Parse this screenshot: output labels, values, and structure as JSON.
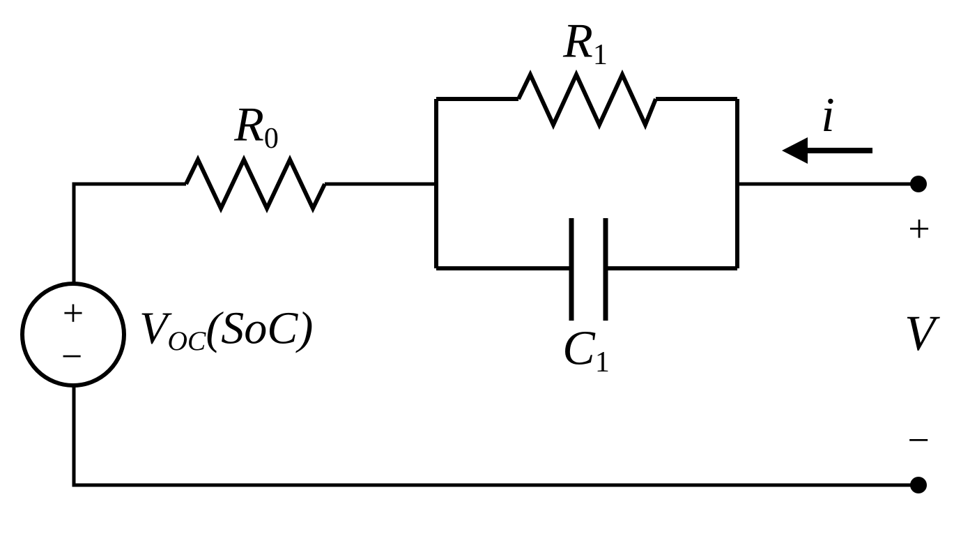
{
  "colors": {
    "line": "#000000",
    "background": "#ffffff"
  },
  "labels": {
    "r0": {
      "base": "R",
      "sub": "0"
    },
    "r1": {
      "base": "R",
      "sub": "1"
    },
    "c1": {
      "base": "C",
      "sub": "1"
    },
    "voc": {
      "base": "V",
      "sub": "OC",
      "suffix": "(SoC)"
    },
    "current": "i",
    "voltage": "V",
    "output_plus": "+",
    "output_minus": "−",
    "source_plus": "+",
    "source_minus": "−"
  },
  "components": [
    {
      "type": "voltage-source",
      "label": "V_OC(SoC)"
    },
    {
      "type": "series-resistor",
      "label": "R_0"
    },
    {
      "type": "parallel-resistor",
      "label": "R_1"
    },
    {
      "type": "parallel-capacitor",
      "label": "C_1"
    },
    {
      "type": "output-terminals",
      "voltage_label": "V",
      "current_label": "i"
    }
  ]
}
